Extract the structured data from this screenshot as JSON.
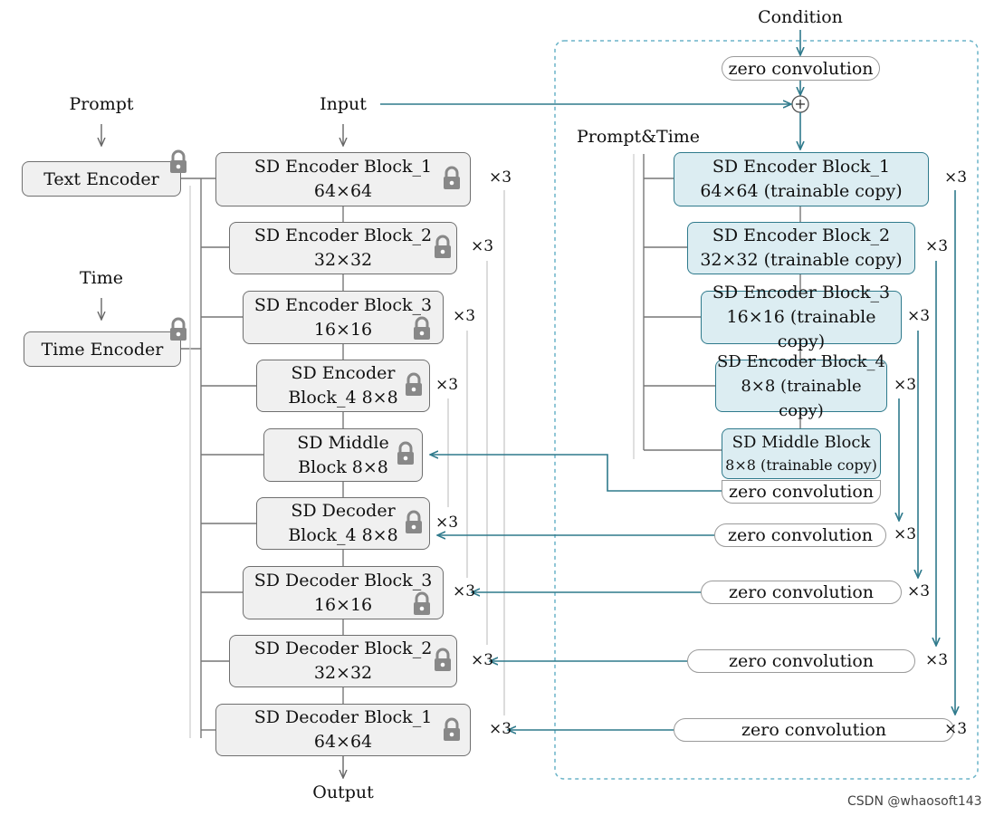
{
  "labels": {
    "condition": "Condition",
    "prompt": "Prompt",
    "input": "Input",
    "time": "Time",
    "prompt_time": "Prompt&Time",
    "output": "Output",
    "repeat": "×3",
    "zero_conv": "zero convolution",
    "watermark": "CSDN @whaosoft143"
  },
  "encoders": {
    "text": "Text Encoder",
    "time": "Time Encoder"
  },
  "locked_blocks": [
    {
      "line1": "SD Encoder Block_1",
      "line2": "64×64"
    },
    {
      "line1": "SD Encoder Block_2",
      "line2": "32×32"
    },
    {
      "line1": "SD Encoder Block_3",
      "line2": "16×16"
    },
    {
      "line1": "SD Encoder",
      "line2": "Block_4 8×8"
    },
    {
      "line1": "SD Middle",
      "line2": "Block 8×8"
    },
    {
      "line1": "SD Decoder",
      "line2": "Block_4 8×8"
    },
    {
      "line1": "SD Decoder Block_3",
      "line2": "16×16"
    },
    {
      "line1": "SD Decoder Block_2",
      "line2": "32×32"
    },
    {
      "line1": "SD Decoder Block_1",
      "line2": "64×64"
    }
  ],
  "trainable_blocks": [
    {
      "line1": "SD Encoder Block_1",
      "line2": "64×64 (trainable copy)"
    },
    {
      "line1": "SD Encoder Block_2",
      "line2": "32×32 (trainable copy)"
    },
    {
      "line1": "SD Encoder Block_3",
      "line2": "16×16 (trainable copy)"
    },
    {
      "line1": "SD Encoder Block_4",
      "line2": "8×8 (trainable copy)"
    },
    {
      "line1": "SD Middle Block",
      "line2": "8×8 (trainable copy)"
    }
  ]
}
